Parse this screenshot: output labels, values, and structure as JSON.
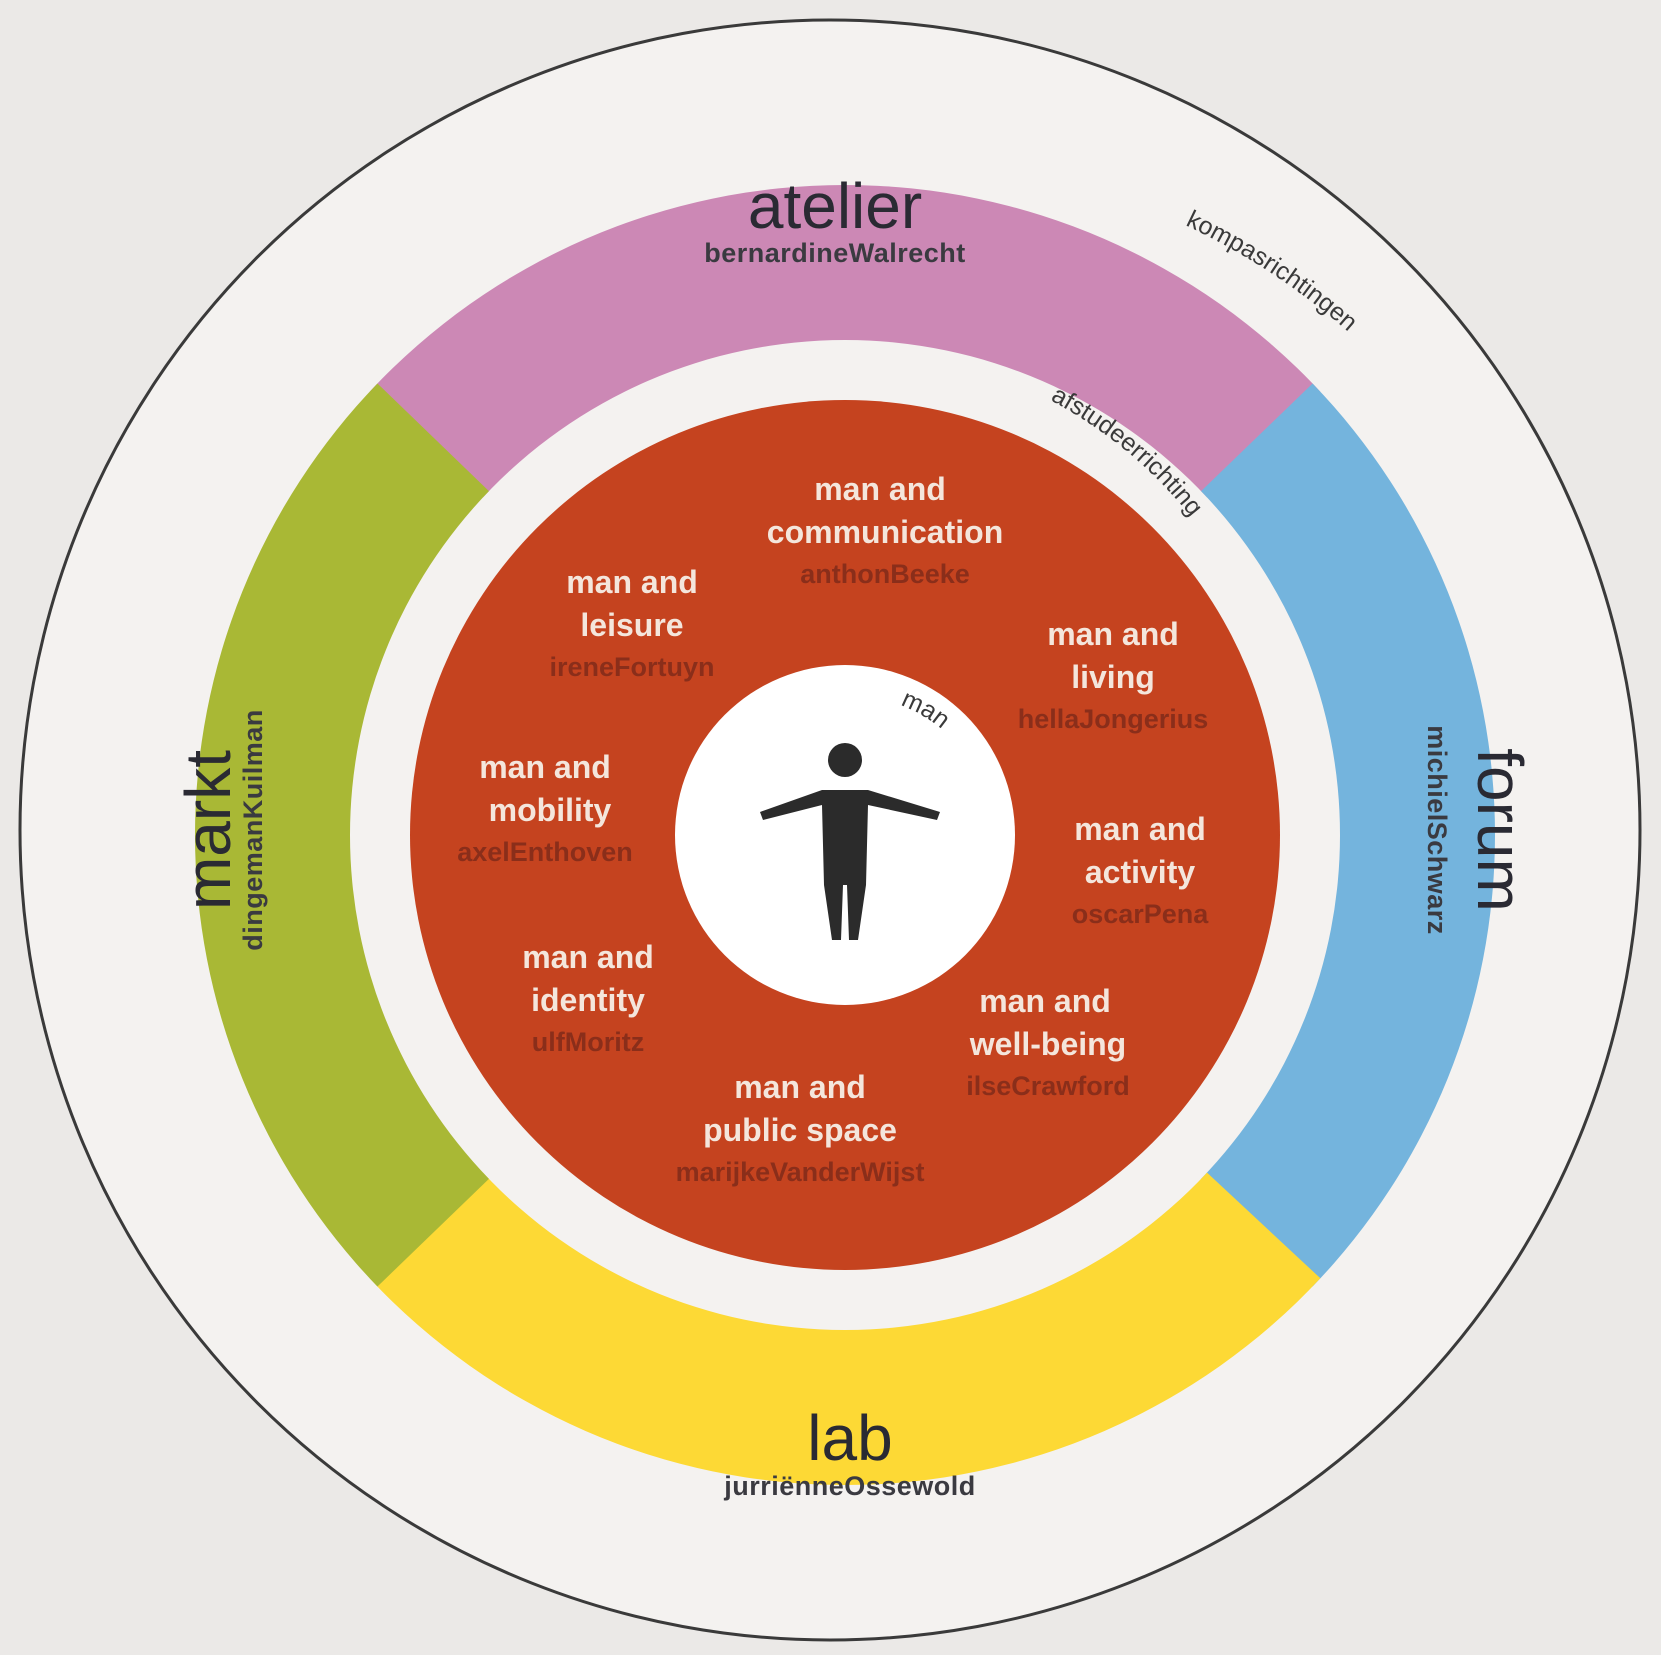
{
  "colors": {
    "background": "#ebe9e7",
    "ring_fill": "#f4f2f0",
    "atelier": "#cc88b5",
    "forum": "#74b4dd",
    "lab": "#fdd935",
    "markt": "#a9b835",
    "core": "#c5431f",
    "center": "#ffffff",
    "figure": "#2b2b2b"
  },
  "outer_label": "kompasrichtingen",
  "inner_label": "afstudeerrichting",
  "center_label": "man",
  "center_icon": "person-icon",
  "bands": {
    "atelier": {
      "title": "atelier",
      "subtitle": "bernardineWalrecht"
    },
    "forum": {
      "title": "forum",
      "subtitle": "michielSchwarz"
    },
    "lab": {
      "title": "lab",
      "subtitle": "jurriënneOssewold"
    },
    "markt": {
      "title": "markt",
      "subtitle": "dingemanKuilman"
    }
  },
  "topics": [
    {
      "line1": "man and",
      "line2": "communication",
      "person": "anthonBeeke"
    },
    {
      "line1": "man and",
      "line2": "leisure",
      "person": "ireneFortuyn"
    },
    {
      "line1": "man and",
      "line2": "living",
      "person": "hellaJongerius"
    },
    {
      "line1": "man and",
      "line2": "mobility",
      "person": "axelEnthoven"
    },
    {
      "line1": "man and",
      "line2": "activity",
      "person": "oscarPena"
    },
    {
      "line1": "man and",
      "line2": "identity",
      "person": "ulfMoritz"
    },
    {
      "line1": "man and",
      "line2": "well-being",
      "person": "ilseCrawford"
    },
    {
      "line1": "man and",
      "line2": "public space",
      "person": "marijkeVanderWijst"
    }
  ]
}
